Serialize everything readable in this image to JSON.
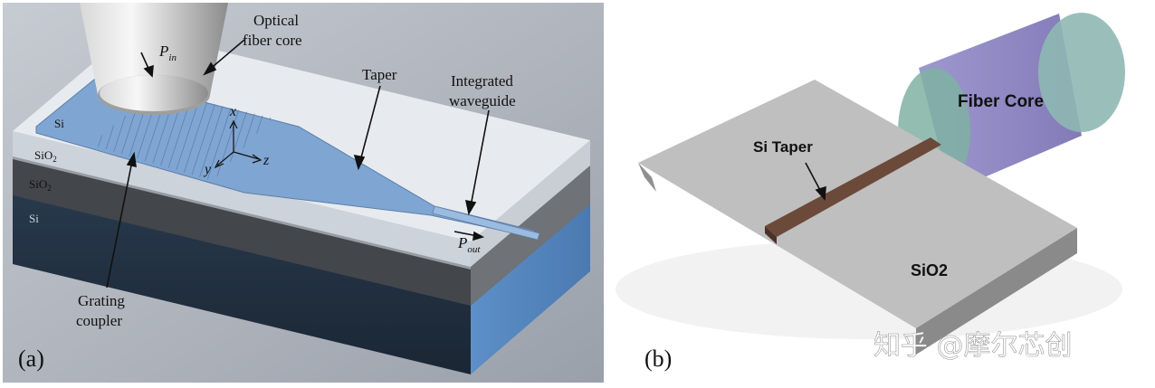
{
  "panel_a": {
    "label": "(a)",
    "optical_fiber_core": [
      "Optical",
      "fiber core"
    ],
    "p_in": {
      "base": "P",
      "sub": "in"
    },
    "taper": "Taper",
    "integrated_waveguide": [
      "Integrated",
      "waveguide"
    ],
    "axis_x": "x",
    "axis_y": "y",
    "axis_z": "z",
    "si_top": "Si",
    "sio2_1": {
      "base": "SiO",
      "sub": "2"
    },
    "sio2_2": {
      "base": "SiO",
      "sub": "2"
    },
    "si_bottom": "Si",
    "grating_coupler": [
      "Grating",
      "coupler"
    ],
    "p_out": {
      "base": "P",
      "sub": "out"
    }
  },
  "panel_b": {
    "label": "(b)",
    "fiber_core": "Fiber Core",
    "si_taper": "Si Taper",
    "sio2": "SiO2"
  },
  "watermark": "知乎 @摩尔芯创",
  "colors": {
    "si_waveguide": "#7fa5d2",
    "substrate": "#1f2d3c",
    "box": "#43464a",
    "taper_b": "#6b4a3a",
    "fiber_b": "#8f86c4"
  }
}
